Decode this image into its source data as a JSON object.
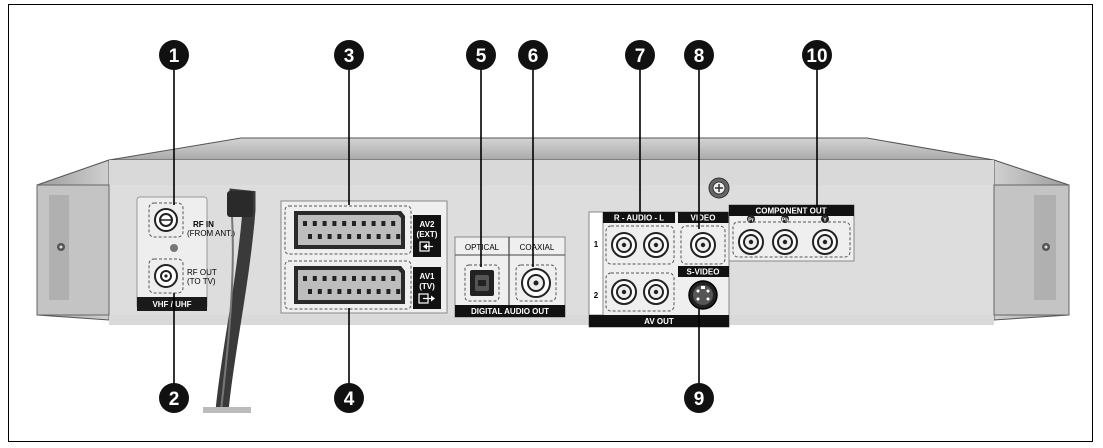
{
  "callouts": [
    "1",
    "2",
    "3",
    "4",
    "5",
    "6",
    "7",
    "8",
    "9",
    "10"
  ],
  "antenna": {
    "rf_in": "RF IN",
    "rf_in_sub": "(FROM ANT.)",
    "rf_out": "RF OUT",
    "rf_out_sub": "(TO TV)",
    "band": "VHF / UHF"
  },
  "scart": {
    "av2_line1": "AV2",
    "av2_line2": "(EXT)",
    "av1_line1": "AV1",
    "av1_line2": "(TV)"
  },
  "digital_audio": {
    "optical": "OPTICAL",
    "coaxial": "COAXIAL",
    "footer": "DIGITAL AUDIO OUT"
  },
  "av_out": {
    "audio": "R - AUDIO - L",
    "video": "VIDEO",
    "svideo": "S-VIDEO",
    "row1": "1",
    "row2": "2",
    "footer": "AV OUT"
  },
  "component": {
    "header": "COMPONENT OUT",
    "jacks": [
      "Pr",
      "Pb",
      "Y"
    ]
  }
}
